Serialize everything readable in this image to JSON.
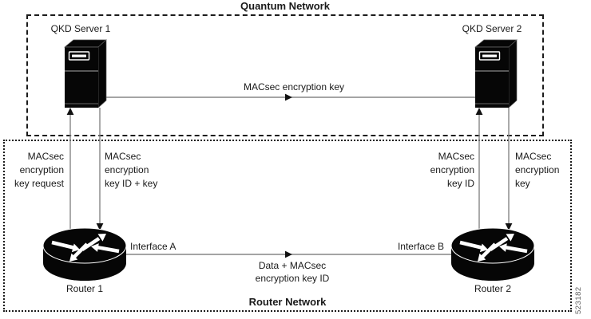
{
  "titles": {
    "quantum_network": "Quantum Network",
    "router_network": "Router Network"
  },
  "devices": {
    "qkd_server_1": "QKD Server 1",
    "qkd_server_2": "QKD Server 2",
    "router_1": "Router 1",
    "router_2": "Router 2"
  },
  "interfaces": {
    "a": "Interface A",
    "b": "Interface B"
  },
  "flows": {
    "server_link": "MACsec encryption key",
    "router_link": "Data + MACsec\nencryption key ID",
    "key_request": "MACsec\nencryption\nkey request",
    "key_id_plus_key": "MACsec\nencryption\nkey ID + key",
    "key_id": "MACsec\nencryption\nkey ID",
    "key": "MACsec\nencryption\nkey"
  },
  "figure_id": "523182",
  "colors": {
    "line": "#858585",
    "arrowhead": "#111111",
    "shape": "#060606",
    "text": "#1a1a1a"
  }
}
